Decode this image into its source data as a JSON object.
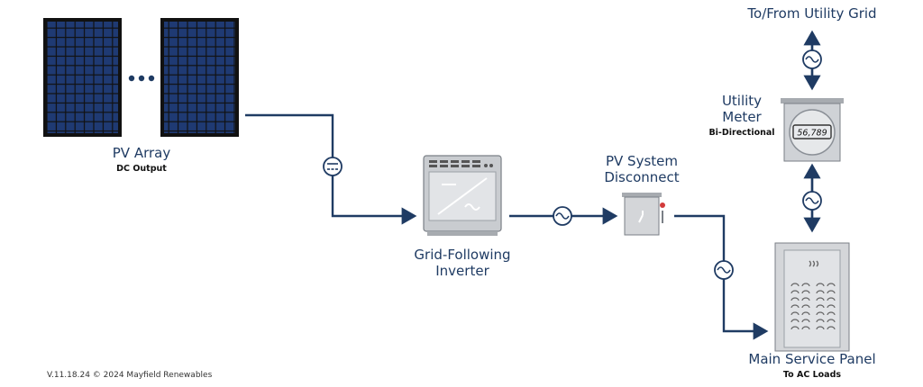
{
  "pv_array": {
    "title": "PV Array",
    "subtitle": "DC Output"
  },
  "inverter": {
    "title_line1": "Grid-Following",
    "title_line2": "Inverter"
  },
  "disconnect": {
    "title_line1": "PV System",
    "title_line2": "Disconnect"
  },
  "meter": {
    "title_line1": "Utility",
    "title_line2": "Meter",
    "subtitle": "Bi-Directional",
    "reading": "56,789"
  },
  "grid": {
    "title": "To/From Utility Grid"
  },
  "panel": {
    "title": "Main Service Panel",
    "subtitle": "To AC Loads"
  },
  "footer": {
    "text": "V.11.18.24   © 2024 Mayfield Renewables"
  },
  "colors": {
    "wire": "#1f3b63",
    "panel_cell": "#1f3a73",
    "equipment": "#d4d6d9"
  },
  "icons": [
    "dc-symbol-icon",
    "ac-symbol-icon",
    "ellipsis-icon",
    "breaker-icon",
    "switch-handle-icon"
  ]
}
